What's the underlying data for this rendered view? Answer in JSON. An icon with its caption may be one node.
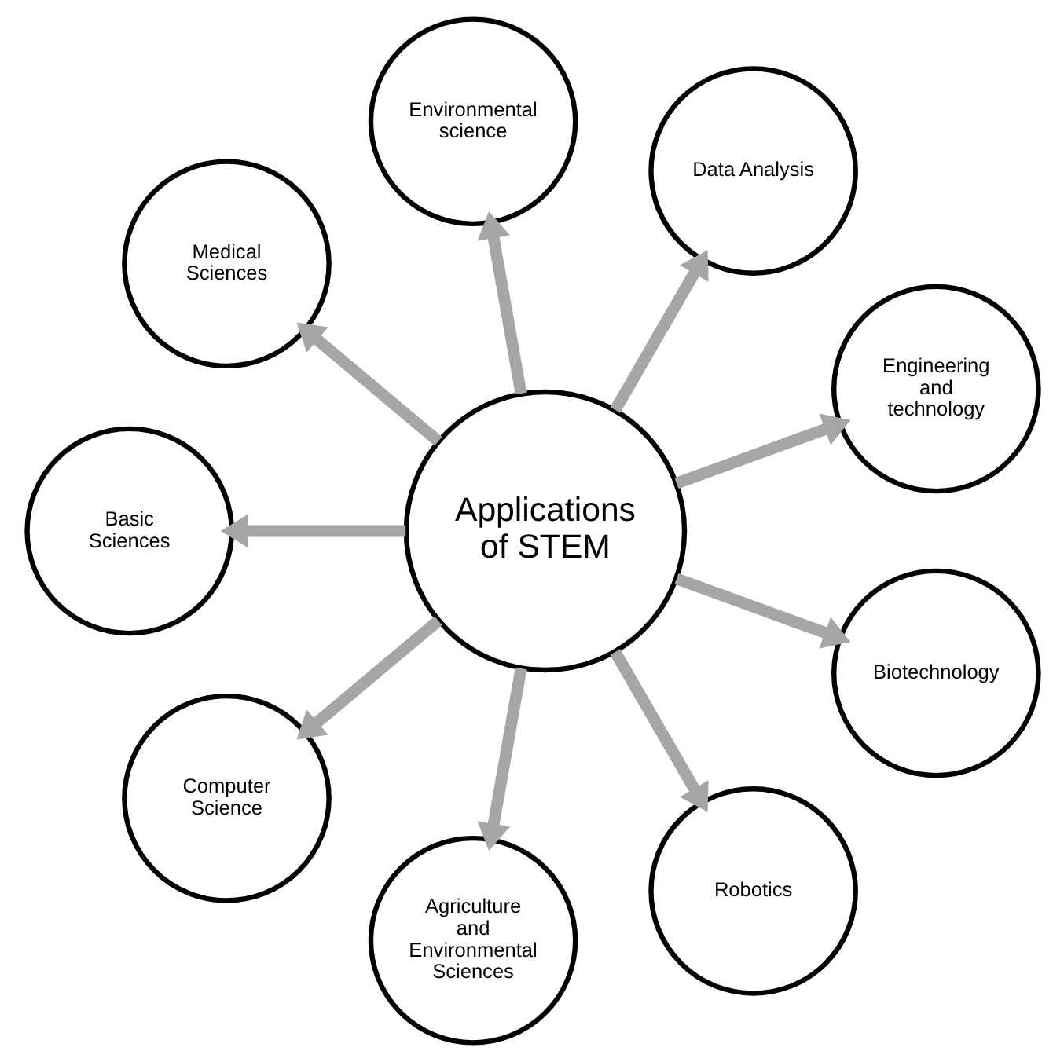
{
  "diagram": {
    "nodes": [
      {
        "text": [
          "Applications of STEM"
        ]
      },
      {
        "text": [
          "Engineering and technology"
        ]
      },
      {
        "text": [
          "Data Analysis"
        ]
      },
      {
        "text": [
          "Environmental science"
        ]
      },
      {
        "text": [
          "Medical Sciences"
        ]
      },
      {
        "text": [
          "Basic Sciences"
        ]
      },
      {
        "text": [
          "Computer Science"
        ]
      },
      {
        "text": [
          "Agriculture and Environmental Sciences"
        ]
      },
      {
        "text": [
          "Robotics"
        ]
      },
      {
        "text": [
          "Biotechnology"
        ]
      }
    ],
    "edges": [
      {
        "from": 0,
        "to": 1,
        "arrow": "to"
      },
      {
        "from": 0,
        "to": 2,
        "arrow": "to"
      },
      {
        "from": 0,
        "to": 3,
        "arrow": "to"
      },
      {
        "from": 0,
        "to": 4,
        "arrow": "to"
      },
      {
        "from": 0,
        "to": 5,
        "arrow": "to"
      },
      {
        "from": 0,
        "to": 6,
        "arrow": "to"
      },
      {
        "from": 0,
        "to": 7,
        "arrow": "to"
      },
      {
        "from": 0,
        "to": 8,
        "arrow": "to"
      },
      {
        "from": 0,
        "to": 9,
        "arrow": "to"
      }
    ]
  }
}
